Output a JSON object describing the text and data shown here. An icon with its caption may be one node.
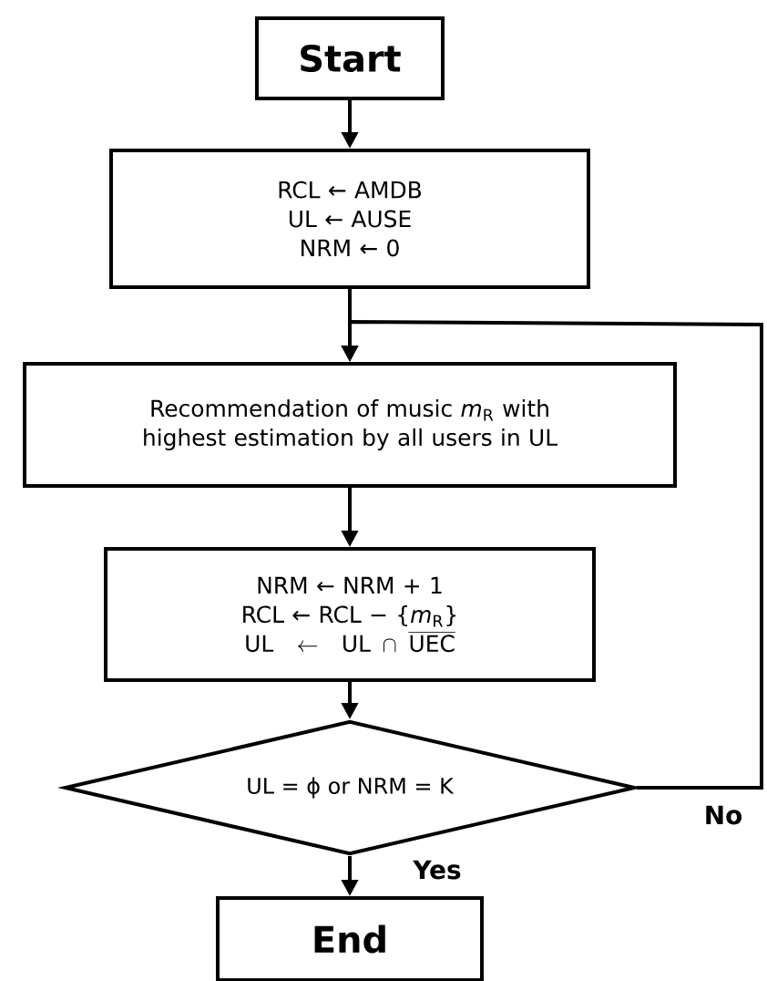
{
  "diagram": {
    "nodes": [
      {
        "text": [
          "Start"
        ]
      },
      {
        "text": [
          "RCL ← AMDB",
          "UL ← AUSE",
          "NRM ← 0"
        ]
      },
      {
        "text": [
          "Recommendation of music *m*$_{R}$ with highest estimation by all users in UL"
        ]
      },
      {
        "text": [
          "NRM ← NRM + 1",
          "RCL ← RCL − {*m*$_{R}$}",
          "\\mathrm{UL} \\leftarrow \\mathrm{UL} \\cap \\overline{\\mathrm{UEC}}"
        ]
      },
      {
        "text": [
          "UL = ϕ  or  NRM = K"
        ]
      },
      {
        "text": [
          "End"
        ]
      }
    ],
    "edges": [
      {
        "from": 0,
        "to": 1,
        "arrow": "to"
      },
      {
        "from": 1,
        "to": 2,
        "arrow": "to"
      },
      {
        "from": 2,
        "to": 3,
        "arrow": "to"
      },
      {
        "from": 3,
        "to": 4,
        "arrow": "to"
      },
      {
        "from": 4,
        "to": 5,
        "arrow": "to",
        "label": "Yes"
      },
      {
        "from": 4,
        "to": 2,
        "arrow": "to",
        "label": "No"
      }
    ]
  }
}
